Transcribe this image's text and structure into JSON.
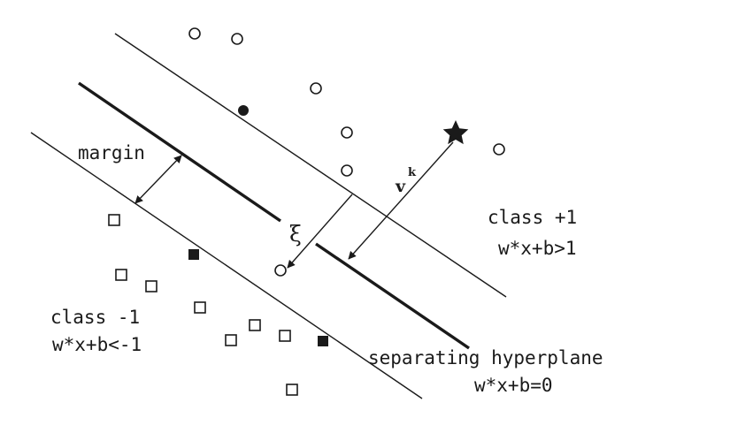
{
  "labels": {
    "margin": "margin",
    "class_pos_title": "class +1",
    "class_pos_eq": "w*x+b>1",
    "class_neg_title": "class -1",
    "class_neg_eq": "w*x+b<-1",
    "hyperplane_title": "separating hyperplane",
    "hyperplane_eq": "w*x+b=0",
    "xi": "ξ",
    "v": "v",
    "v_sup": "k"
  },
  "colors": {
    "ink": "#1a1a1a",
    "background": "#ffffff"
  },
  "markers": {
    "positive_marker": "hollow-circle",
    "positive_support_marker": "filled-circle",
    "negative_marker": "hollow-square",
    "negative_support_marker": "filled-square",
    "query_marker": "star"
  }
}
